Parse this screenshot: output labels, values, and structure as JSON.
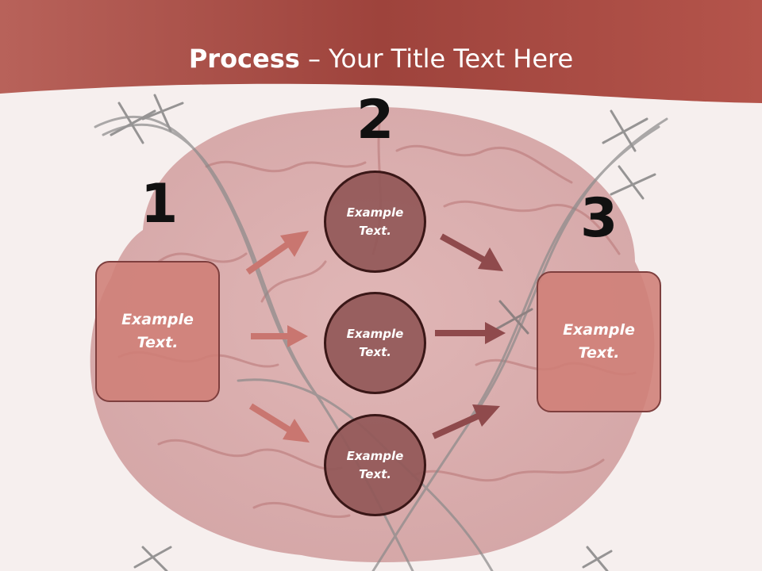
{
  "title": {
    "bold": "Process",
    "dash": " – ",
    "rest": "Your Title Text Here"
  },
  "steps": [
    {
      "number": "1",
      "label": "Example\nText."
    },
    {
      "number": "2",
      "label": "Example\nText."
    },
    {
      "number": "3",
      "label": "Example\nText."
    }
  ],
  "circles": [
    {
      "label": "Example\nText."
    },
    {
      "label": "Example\nText."
    },
    {
      "label": "Example\nText."
    }
  ],
  "colors": {
    "header": "#a34a42",
    "box_fill": "#cf7e76",
    "circle_fill": "#925858",
    "arrow_left": "#c97670",
    "arrow_right": "#8f4a4c",
    "background": "#f6efee"
  }
}
